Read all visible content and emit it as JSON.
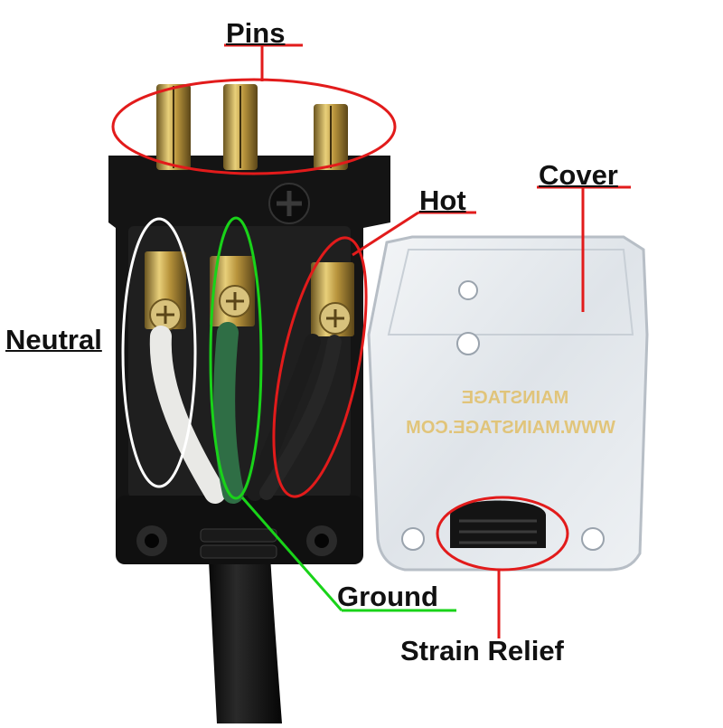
{
  "labels": {
    "pins": "Pins",
    "cover": "Cover",
    "hot": "Hot",
    "neutral": "Neutral",
    "ground": "Ground",
    "strain_relief": "Strain Relief"
  },
  "cover_text": {
    "line1": "MAINSTAGE",
    "line2": "WWW.MAINSTAGE.COM"
  },
  "colors": {
    "pins_callout": "#e21b1b",
    "hot_callout": "#e21b1b",
    "cover_callout": "#e21b1b",
    "strain_relief_callout": "#e21b1b",
    "neutral_callout": "#ffffff",
    "ground_callout": "#19d319",
    "plug_body": "#141414",
    "brass": "#c9a64a",
    "wire_white": "#e9e9e6",
    "wire_green": "#2f6e45",
    "wire_black": "#1c1c1c",
    "cover_plastic": "#e4e8ec"
  }
}
